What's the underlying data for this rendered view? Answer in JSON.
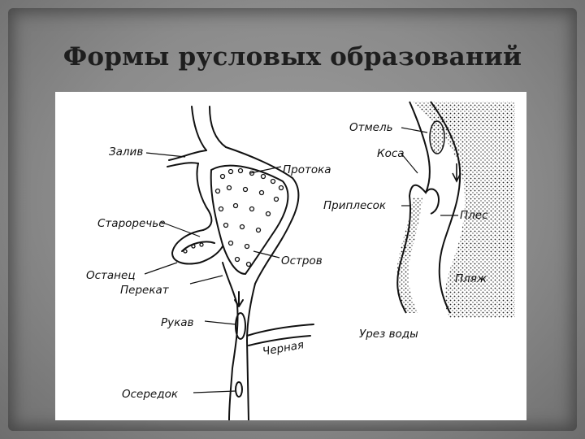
{
  "slide": {
    "title": "Формы русловых образований"
  },
  "diagram": {
    "left_labels": {
      "bay": "Залив",
      "channel": "Протока",
      "oxbow": "Староречье",
      "island": "Остров",
      "remnant": "Останец",
      "riffle": "Перекат",
      "branch": "Рукав",
      "black": "Черная",
      "shoal": "Осередок"
    },
    "right_labels": {
      "sandbank": "Отмель",
      "spit": "Коса",
      "shallows": "Приплесок",
      "reach": "Плес",
      "beach": "Пляж",
      "waterline": "Урез воды"
    },
    "colors": {
      "slide_bg": "#8b8b8b",
      "panel": "#ffffff",
      "ink": "#111111"
    }
  }
}
